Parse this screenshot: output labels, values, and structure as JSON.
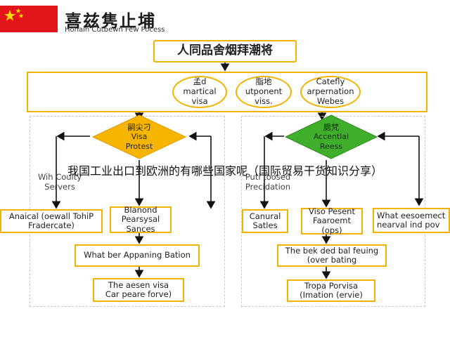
{
  "header": {
    "title_cn": "喜兹隽止埔",
    "title_en": "Honain Cutbewn Few Pocess"
  },
  "diagram": {
    "top_box": "人同品舍烟拜潮将",
    "ovals": [
      {
        "id": "oval-1",
        "lines": [
          "孟d",
          "martical",
          "visa"
        ]
      },
      {
        "id": "oval-2",
        "lines": [
          "脂地",
          "utponent",
          "viss."
        ]
      },
      {
        "id": "oval-3",
        "lines": [
          "Catefly",
          "arpernation",
          "Webes"
        ]
      }
    ],
    "left_diamond": [
      "嗣尖刁",
      "Visa",
      "Protest"
    ],
    "right_diamond": [
      "腮梵",
      "Accentlal",
      "Reess"
    ],
    "left_side_label": [
      "Wih Coulty",
      "Servers"
    ],
    "right_side_label": [
      "Puti toosed",
      "Precidation"
    ],
    "left_nodes": [
      {
        "id": "ln-1",
        "lines": [
          "Anaical (oewall TohiP",
          "Fradercate)"
        ]
      },
      {
        "id": "ln-2",
        "lines": [
          "Blanond",
          "Pearsysal",
          "Sances"
        ]
      },
      {
        "id": "ln-3",
        "lines": [
          "What ber Appaning Bation"
        ]
      },
      {
        "id": "ln-4",
        "lines": [
          "The aesen visa",
          "Car peare forve)"
        ]
      }
    ],
    "right_nodes": [
      {
        "id": "rn-1",
        "lines": [
          "Canural",
          "Satles"
        ]
      },
      {
        "id": "rn-2",
        "lines": [
          "Viso Pesent",
          "Faaroemt",
          "(ops)"
        ]
      },
      {
        "id": "rn-3",
        "lines": [
          "What eesoemect",
          "nearval ind pov"
        ]
      },
      {
        "id": "rn-4",
        "lines": [
          "The bek ded bal feuing",
          "(over bating"
        ]
      },
      {
        "id": "rn-5",
        "lines": [
          "Tropa Porvisa",
          "(Imation (ervie)"
        ]
      }
    ]
  },
  "overlay_caption": "我国工业出口到欧洲的有哪些国家呢（国际贸易干货知识分享）",
  "colors": {
    "accent_yellow": "#f2b300",
    "diamond_left": "#f7b500",
    "diamond_right": "#3fae2a",
    "flag_red": "#e3171b"
  }
}
